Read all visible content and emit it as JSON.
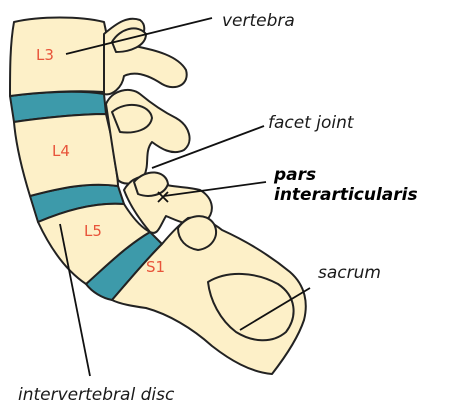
{
  "labels": {
    "vertebra": "vertebra",
    "facet_joint": "facet joint",
    "pars_line1": "pars",
    "pars_line2": "interarticularis",
    "sacrum": "sacrum",
    "disc": "intervertebral disc"
  },
  "vertebra_codes": {
    "l3": "L3",
    "l4": "L4",
    "l5": "L5",
    "s1": "S1"
  },
  "colors": {
    "bone": "#fdf0c8",
    "disc": "#3d9aaa",
    "outline": "#222222",
    "vertebra_label": "#e8543a"
  }
}
